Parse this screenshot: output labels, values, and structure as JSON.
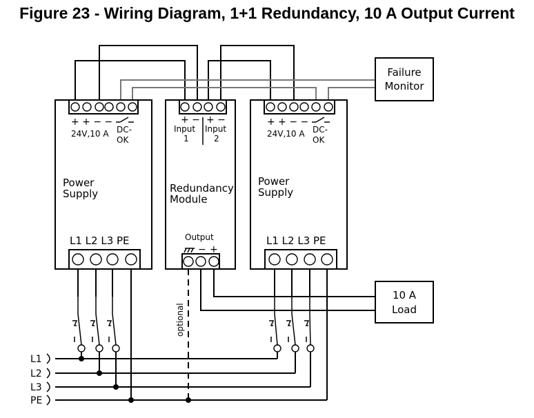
{
  "title": "Figure 23 - Wiring Diagram, 1+1 Redundancy, 10 A Output Current",
  "power_supply_left": {
    "polarity": "+ +   − −",
    "rating": "24V,10 A",
    "dcok_line1": "DC-",
    "dcok_line2": "OK",
    "name_line1": "Power",
    "name_line2": "Supply",
    "phases": "L1 L2 L3 PE"
  },
  "power_supply_right": {
    "polarity": "+ +   − −",
    "rating": "24V,10 A",
    "dcok_line1": "DC-",
    "dcok_line2": "OK",
    "name_line1": "Power",
    "name_line2": "Supply",
    "phases": "L1 L2 L3 PE"
  },
  "redundancy_module": {
    "input1_polarity": "+  −",
    "input1_line1": "Input",
    "input1_line2": "1",
    "input2_polarity": "+  −",
    "input2_line1": "Input",
    "input2_line2": "2",
    "name_line1": "Redundancy",
    "name_line2": "Module",
    "output_label": "Output",
    "output_minus": "−",
    "output_plus": "+"
  },
  "failure_monitor": {
    "line1": "Failure",
    "line2": "Monitor"
  },
  "load": {
    "line1": "10 A",
    "line2": "Load"
  },
  "optional_label": "optional",
  "bus_labels": {
    "l1": "L1",
    "l2": "L2",
    "l3": "L3",
    "pe": "PE"
  }
}
